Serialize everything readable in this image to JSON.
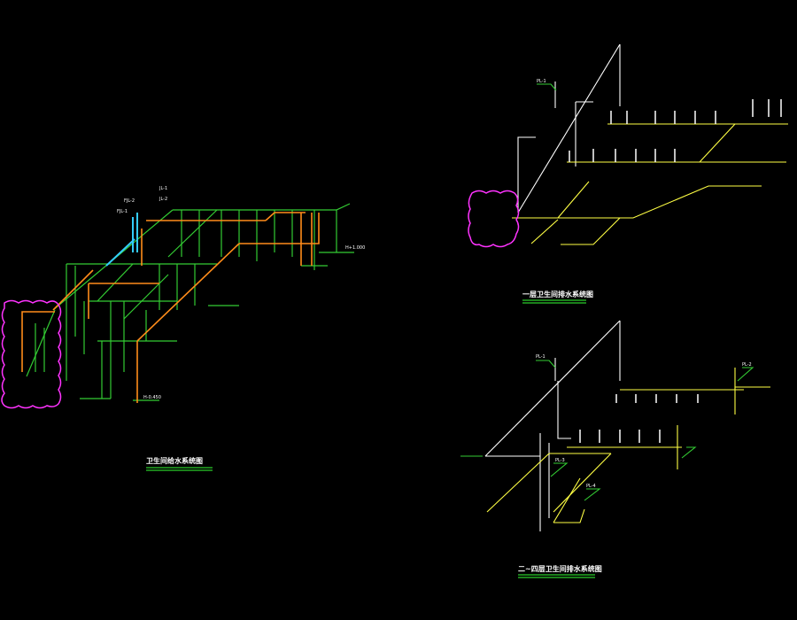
{
  "drawing_titles": {
    "supply": "卫生间给水系统图",
    "drain_floor1": "一层卫生间排水系统图",
    "drain_floor2_4": "二~四层卫生间排水系统图"
  },
  "labels": {
    "supply_jl1": "JL-1",
    "supply_jl2": "JL-2",
    "supply_fjl1": "FJL-1",
    "supply_fjl2": "FJL-2",
    "supply_h1": "H+1.000",
    "supply_h2": "H-0.450",
    "drain1_pl1": "PL-1",
    "drain2_pl1": "PL-1",
    "drain2_pl2": "PL-2",
    "drain2_pl3": "PL-3",
    "drain2_pl4": "PL-4"
  },
  "colors": {
    "background": "#000000",
    "supply_pipe": "#33cc33",
    "hot_pipe": "#ff8c1a",
    "riser": "#33ccff",
    "drain_pipe": "#ffff44",
    "vent_pipe": "#ffffff",
    "revision_cloud": "#ff33ff",
    "title_underline": "#33ff33"
  }
}
